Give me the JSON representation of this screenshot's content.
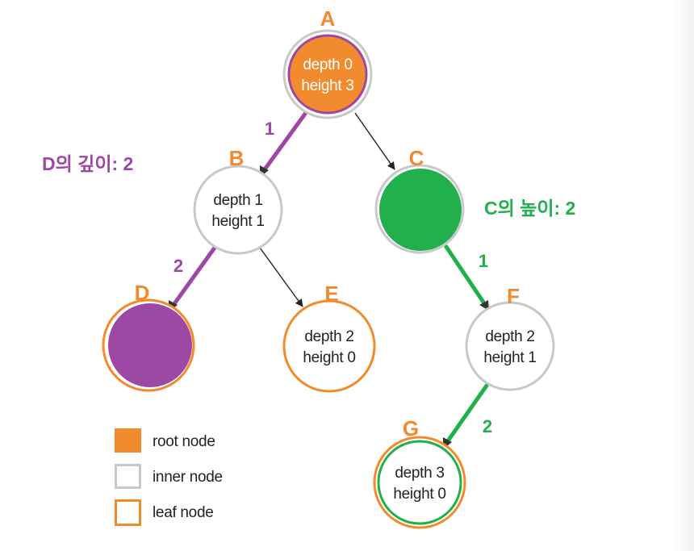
{
  "colors": {
    "orange": "#f28a2e",
    "purple": "#9d48a4",
    "green": "#21b04b",
    "gray": "#c8c8c8",
    "black": "#222222",
    "white": "#ffffff"
  },
  "nodes": {
    "A": {
      "letter": "A",
      "depth": "depth 0",
      "height": "height 3"
    },
    "B": {
      "letter": "B",
      "depth": "depth 1",
      "height": "height 1"
    },
    "C": {
      "letter": "C"
    },
    "D": {
      "letter": "D"
    },
    "E": {
      "letter": "E",
      "depth": "depth 2",
      "height": "height 0"
    },
    "F": {
      "letter": "F",
      "depth": "depth 2",
      "height": "height 1"
    },
    "G": {
      "letter": "G",
      "depth": "depth 3",
      "height": "height 0"
    }
  },
  "edge_labels": {
    "a_b": "1",
    "b_d": "2",
    "c_f": "1",
    "f_g": "2"
  },
  "captions": {
    "depth_of_d": "D의 깊이: 2",
    "height_of_c": "C의 높이: 2"
  },
  "legend": {
    "root": "root node",
    "inner": "inner node",
    "leaf": "leaf node"
  }
}
